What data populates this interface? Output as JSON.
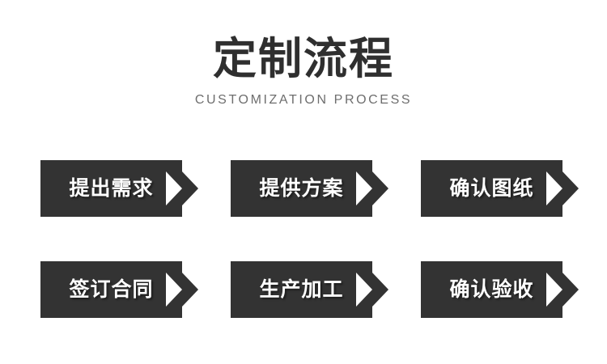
{
  "header": {
    "title": "定制流程",
    "subtitle": "CUSTOMIZATION PROCESS"
  },
  "colors": {
    "background": "#ffffff",
    "box_fill": "#333333",
    "title_text": "#2f2f2f",
    "subtitle_text": "#6e6e6e",
    "label_text": "#ffffff"
  },
  "flow": {
    "rows": [
      {
        "steps": [
          {
            "label": "提出需求"
          },
          {
            "label": "提供方案"
          },
          {
            "label": "确认图纸"
          }
        ]
      },
      {
        "steps": [
          {
            "label": "签订合同"
          },
          {
            "label": "生产加工"
          },
          {
            "label": "确认验收"
          }
        ]
      }
    ]
  }
}
